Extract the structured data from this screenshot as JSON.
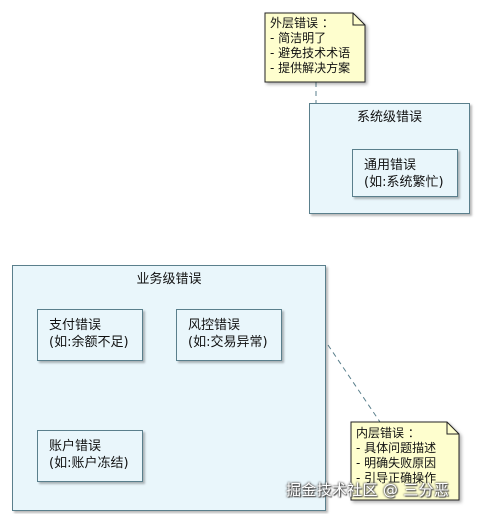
{
  "notes": {
    "outer": {
      "title": "外层错误 ：",
      "lines": [
        "- 简洁明了",
        "- 避免技术术语",
        "- 提供解决方案"
      ]
    },
    "inner": {
      "title": "内层错误 ：",
      "lines": [
        "- 具体问题描述",
        "- 明确失败原因",
        "- 引导正确操作"
      ]
    }
  },
  "packages": {
    "system": {
      "title": "系统级错误",
      "components": [
        {
          "line1": "通用错误",
          "line2": "(如:系统繁忙)"
        }
      ]
    },
    "business": {
      "title": "业务级错误",
      "components": [
        {
          "line1": "支付错误",
          "line2": "(如:余额不足)"
        },
        {
          "line1": "风控错误",
          "line2": "(如:交易异常)"
        },
        {
          "line1": "账户错误",
          "line2": "(如:账户冻结)"
        }
      ]
    }
  },
  "watermark": "掘金技术社区 @ 三分恶",
  "colors": {
    "box_fill": "#e9f6fb",
    "box_border": "#5a7f8c",
    "note_fill": "#fefece",
    "connector": "#5a7f8c"
  }
}
